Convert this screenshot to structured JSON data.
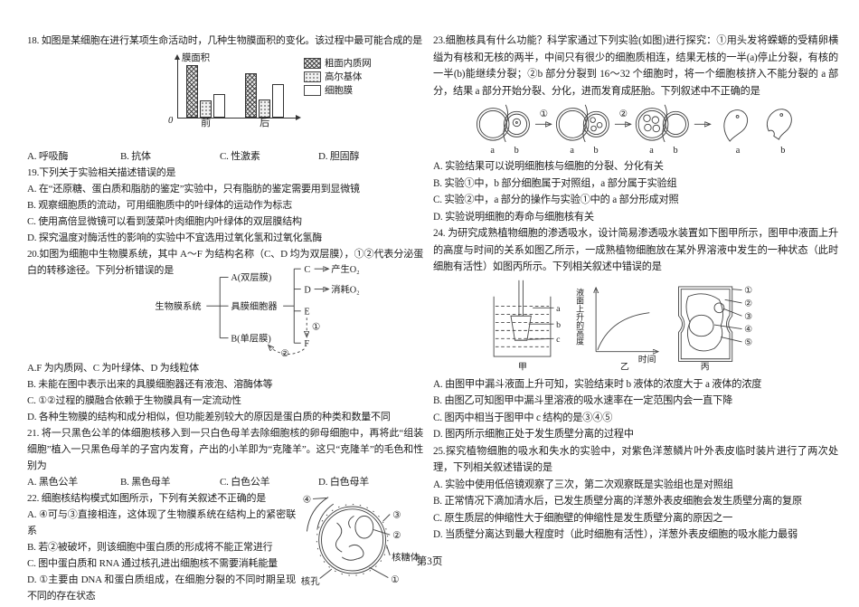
{
  "page": {
    "footer": "第3页"
  },
  "q18": {
    "stem": "18. 如图是某细胞在进行某项生命活动时，几种生物膜面积的变化。该过程中最可能合成的是",
    "options": [
      "A. 呼吸酶",
      "B. 抗体",
      "C. 性激素",
      "D. 胆固醇"
    ]
  },
  "chart_data": {
    "type": "bar",
    "title": "",
    "ylabel": "膜面积",
    "xlabel": "",
    "origin_label": "0",
    "categories": [
      "前",
      "后"
    ],
    "series": [
      {
        "name": "粗面内质网",
        "pattern": "crosshatch",
        "values": [
          10,
          8.4
        ]
      },
      {
        "name": "高尔基体",
        "pattern": "dots",
        "values": [
          3.3,
          3.5
        ]
      },
      {
        "name": "细胞膜",
        "pattern": "plain",
        "values": [
          4.4,
          6.3
        ]
      }
    ],
    "ylim": [
      0,
      11
    ],
    "grid": false,
    "legend_position": "right"
  },
  "q19": {
    "stem": "19.下列关于实验相关描述错误的是",
    "options": [
      "A. 在“还原糖、蛋白质和脂肪的鉴定”实验中，只有脂肪的鉴定需要用到显微镜",
      "B. 观察细胞质的流动，可用细胞质中的叶绿体的运动作为标志",
      "C. 使用高倍显微镜可以看到菠菜叶肉细胞内叶绿体的双层膜结构",
      "D. 探究温度对酶活性的影响的实验中不宜选用过氧化氢和过氧化氢酶"
    ]
  },
  "q20": {
    "stem": "20.如图为细胞中生物膜系统，其中 A～F 为结构名称（C、D 均为双层膜），①②代表分泌蛋白的转移途径。下列分析错误的是",
    "tree": {
      "root": "生物膜系统",
      "a": "A(双层膜)",
      "mid": "具膜细胞器",
      "b": "B(单层膜)",
      "c": "C",
      "d": "D",
      "e": "E",
      "f": "F",
      "c_result": "产生O₂",
      "d_result": "消耗O₂",
      "path1": "①",
      "path2": "②"
    },
    "options": [
      "A.F 为内质网、C 为叶绿体、D 为线粒体",
      "B. 未能在图中表示出来的具膜细胞器还有液泡、溶酶体等",
      "C. ①②过程的膜融合依赖于生物膜具有一定流动性",
      "D. 各种生物膜的结构和成分相似，但功能差别较大的原因是蛋白质的种类和数量不同"
    ]
  },
  "q21": {
    "stem": "21. 将一只黑色公羊的体细胞核移入到一只白色母羊去除细胞核的卵母细胞中，再将此“组装细胞”植入一只黑色母羊的子宫内发育，产出的小羊即为“克隆羊”。这只“克隆羊”的毛色和性别为",
    "options": [
      "A. 黑色公羊",
      "B. 黑色母羊",
      "C. 白色公羊",
      "D. 白色母羊"
    ]
  },
  "q22": {
    "stem": "22. 细胞核结构模式如图所示，下列有关叙述不正确的是",
    "figure": {
      "l4": "④",
      "l3": "③",
      "l2": "②",
      "ribosome": "核糖体",
      "pore": "核孔",
      "l1": "①"
    },
    "options": [
      "A. ④可与③直接相连，这体现了生物膜系统在结构上的紧密联系",
      "B. 若②被破坏，则该细胞中蛋白质的形成将不能正常进行",
      "C. 图中蛋白质和 RNA 通过核孔进出细胞核不需要消耗能量",
      "D. ①主要由 DNA 和蛋白质组成，在细胞分裂的不同时期呈现不同的存在状态"
    ]
  },
  "q23": {
    "stem": "23.细胞核具有什么功能？科学家通过下列实验(如图)进行探究：①用头发将蝾螈的受精卵横缢为有核和无核的两半，中间只有很少的细胞质相连，结果无核的一半(a)停止分裂，有核的一半(b)能继续分裂；②b 部分分裂到 16～32 个细胞时，将一个细胞核挤入不能分裂的 a 部分，结果 a 部分开始分裂、分化，进而发育成胚胎。下列叙述中不正确的是",
    "figure": {
      "step1": "①",
      "step2": "②",
      "a": "a",
      "b": "b"
    },
    "options": [
      "A. 实验结果可以说明细胞核与细胞的分裂、分化有关",
      "B. 实验①中，b 部分细胞属于对照组，a 部分属于实验组",
      "C. 实验②中，a 部分的操作与实验①中的 a 部分形成对照",
      "D. 实验说明细胞的寿命与细胞核有关"
    ]
  },
  "q24": {
    "stem": "24. 为研究成熟植物细胞的渗透吸水，设计简易渗透吸水装置如下图甲所示，图甲中液面上升的高度与时间的关系如图乙所示，一成熟植物细胞放在某外界溶液中发生的一种状态（此时细胞有活性）如图丙所示。下列相关叙述中错误的是",
    "figure": {
      "jia": "甲",
      "yi": "乙",
      "bing": "丙",
      "a": "a",
      "b": "b",
      "c": "c",
      "ylabel": "液面上升的高度",
      "xlabel": "时间",
      "n1": "①",
      "n2": "②",
      "n3": "③",
      "n4": "④",
      "n5": "⑤"
    },
    "options": [
      "A. 由图甲中漏斗液面上升可知，实验结束时 b 液体的浓度大于 a 液体的浓度",
      "B. 由图乙可知图甲中漏斗里溶液的吸水速率在一定范围内会一直下降",
      "C. 图丙中相当于图甲中 c 结构的是③④⑤",
      "D. 图丙所示细胞正处于发生质壁分离的过程中"
    ]
  },
  "q25": {
    "stem": "25.探究植物细胞的吸水和失水的实验中，对紫色洋葱鳞片叶外表皮临时装片进行了两次处理，下列相关叙述错误的是",
    "options": [
      "A. 实验中使用低倍镜观察了三次，第二次观察既是实验组也是对照组",
      "B. 正常情况下滴加清水后，已发生质壁分离的洋葱外表皮细胞会发生质壁分离的复原",
      "C. 原生质层的伸缩性大于细胞壁的伸缩性是发生质壁分离的原因之一",
      "D. 当质壁分离达到最大程度时（此时细胞有活性），洋葱外表皮细胞的吸水能力最弱"
    ]
  }
}
